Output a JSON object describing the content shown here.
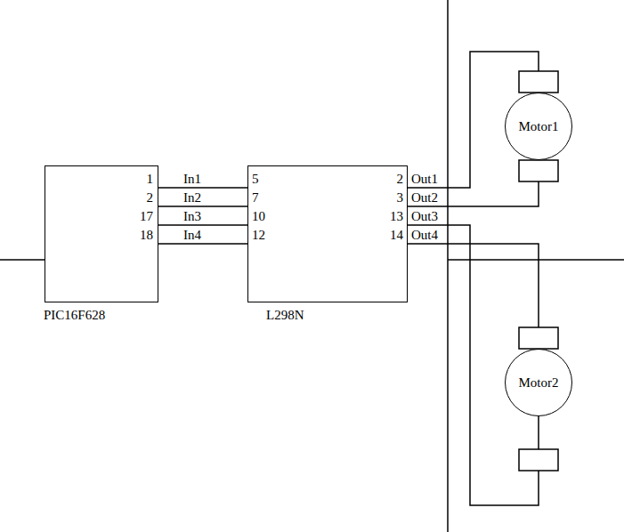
{
  "diagram": {
    "nodes": [
      {
        "text": [
          "PIC16F628"
        ]
      },
      {
        "text": [
          "L298N"
        ]
      },
      {
        "text": [
          "Motor1"
        ]
      },
      {
        "text": [
          "Motor2"
        ]
      }
    ],
    "edges": [
      {
        "from": 0,
        "to": 1,
        "arrow": "none"
      },
      {
        "from": 0,
        "to": 1,
        "arrow": "none"
      },
      {
        "from": 0,
        "to": 1,
        "arrow": "none"
      },
      {
        "from": 0,
        "to": 1,
        "arrow": "none"
      },
      {
        "from": 1,
        "to": 2,
        "arrow": "none"
      },
      {
        "from": 1,
        "to": 2,
        "arrow": "none"
      },
      {
        "from": 1,
        "to": 3,
        "arrow": "none"
      },
      {
        "from": 1,
        "to": 3,
        "arrow": "none"
      }
    ],
    "labels": [
      "1",
      "2",
      "17",
      "18",
      "In1",
      "In2",
      "In3",
      "In4",
      "5",
      "7",
      "10",
      "12",
      "2",
      "3",
      "13",
      "14",
      "Out1",
      "Out2",
      "Out3",
      "Out4"
    ]
  }
}
